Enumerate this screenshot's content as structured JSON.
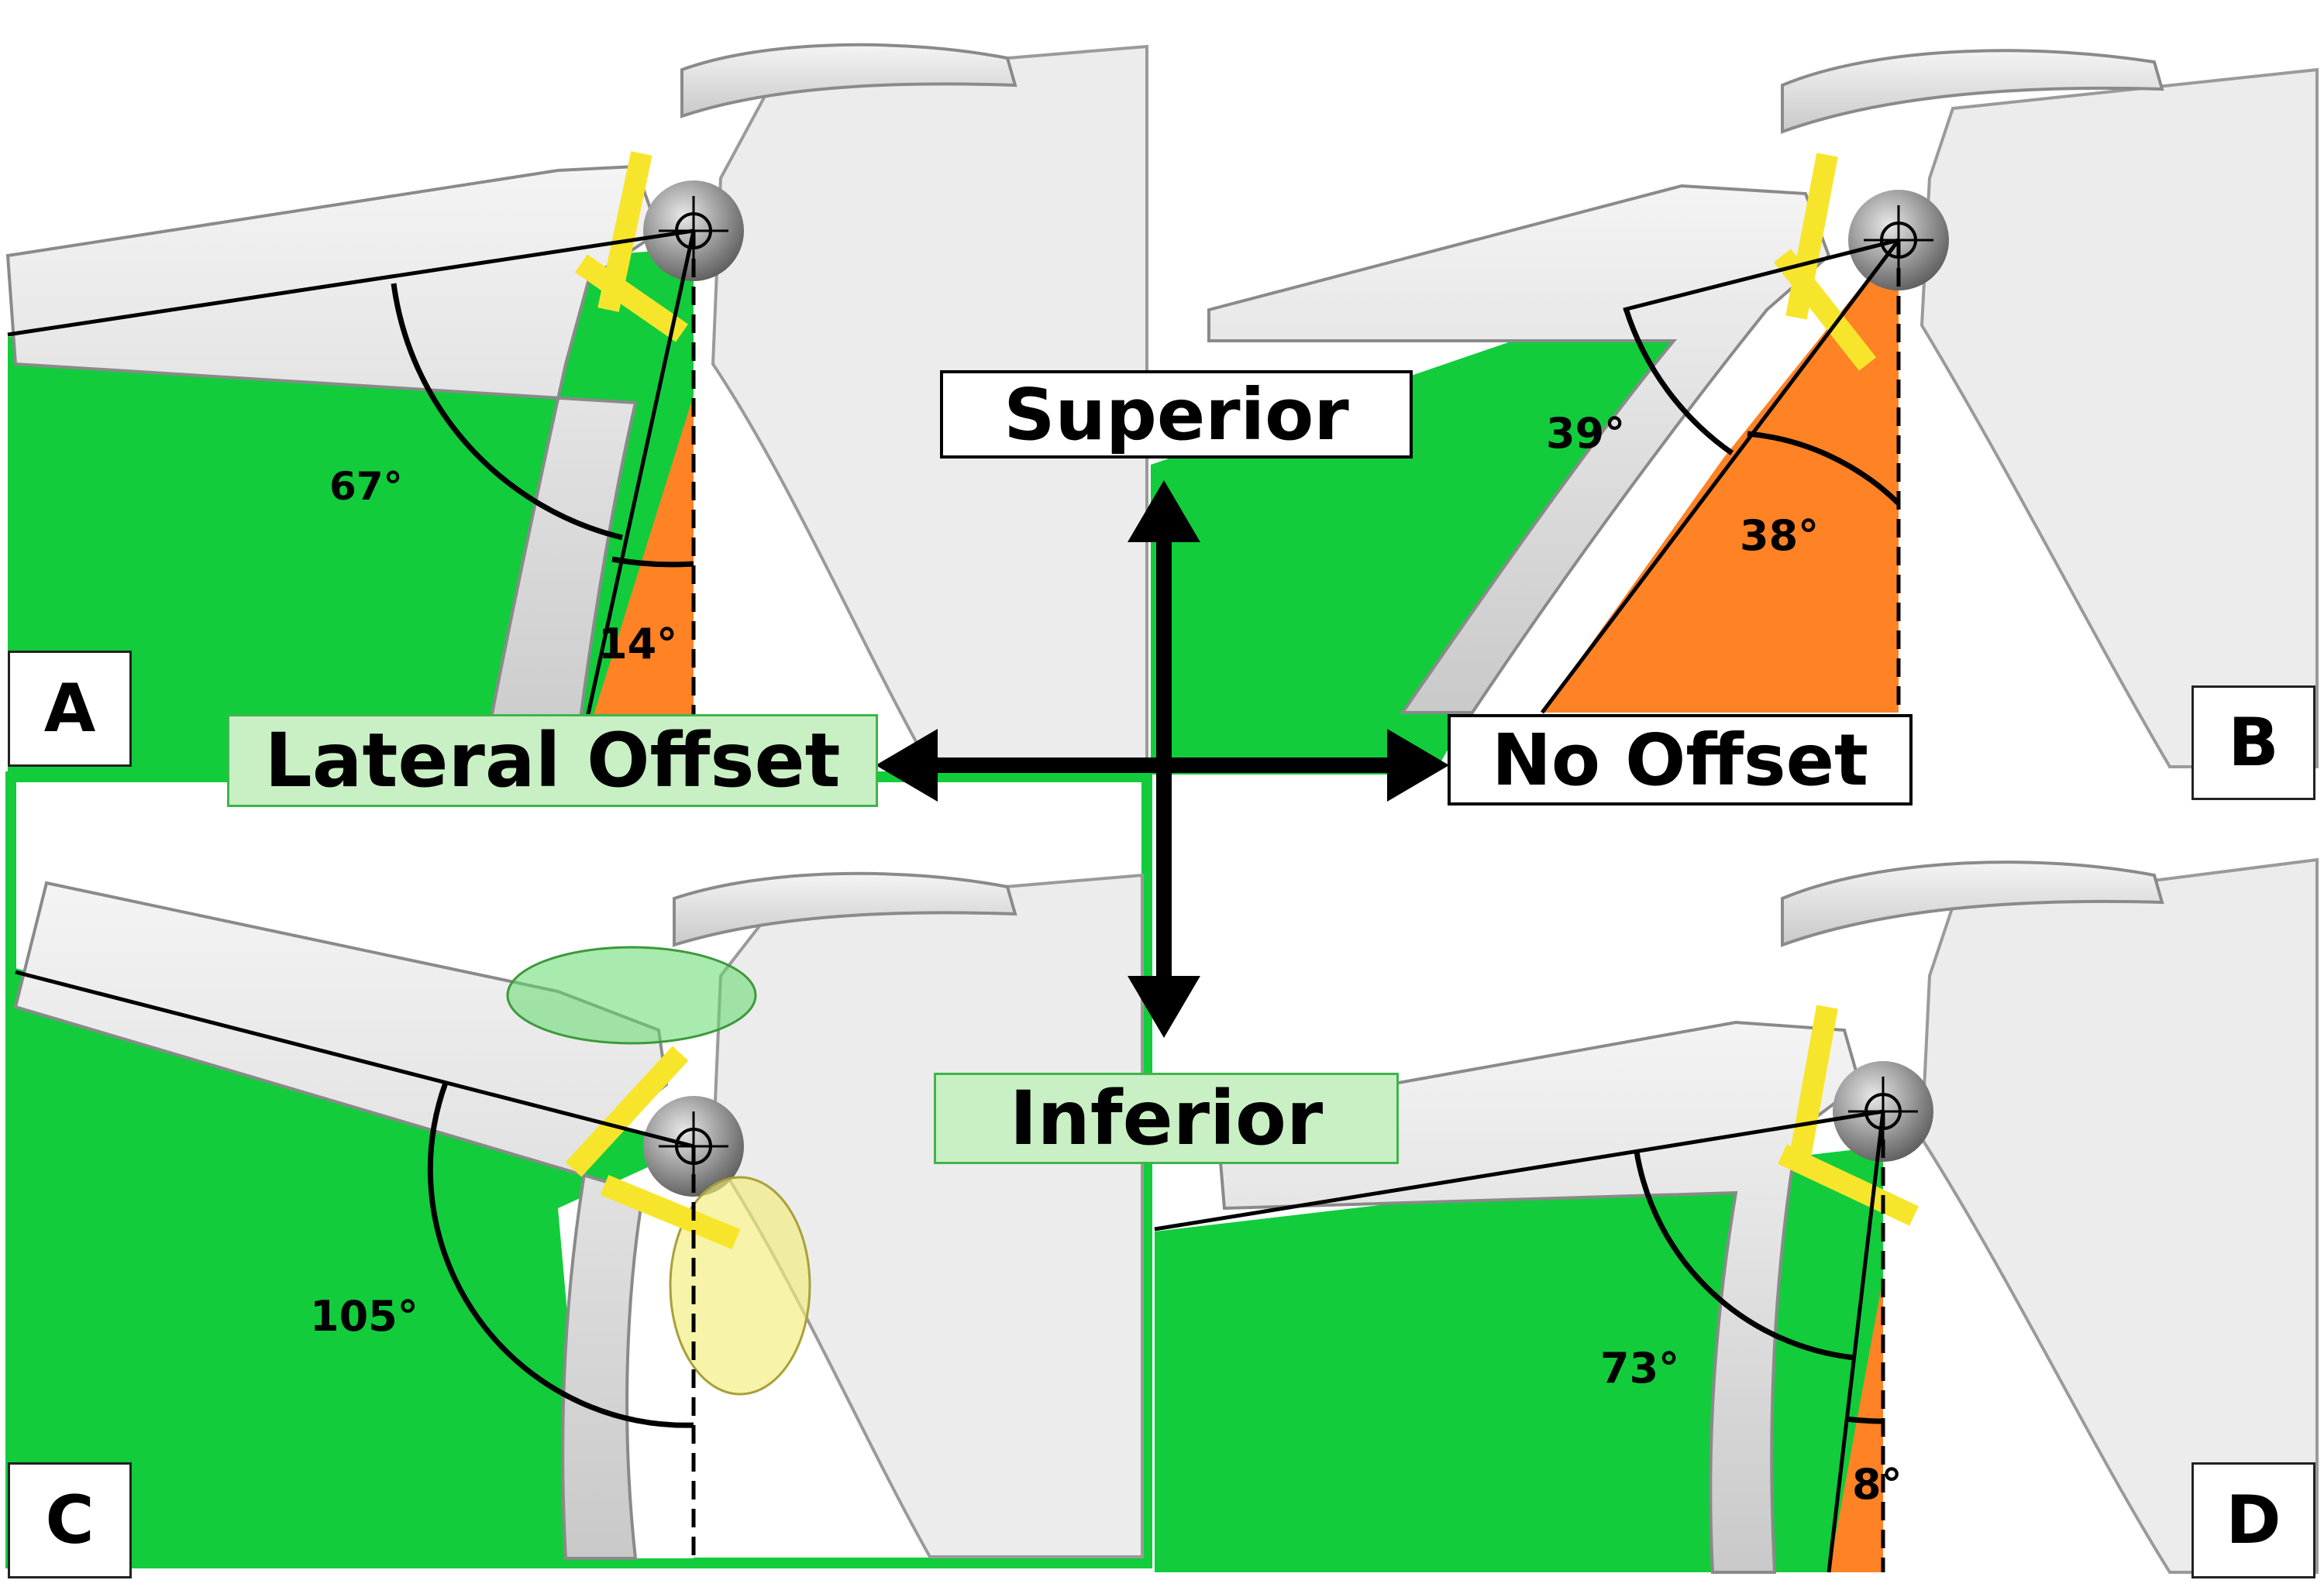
{
  "panels": {
    "A": {
      "letter": "A",
      "angle_green": "67°",
      "angle_orange": "14°"
    },
    "B": {
      "letter": "B",
      "angle_green": "39°",
      "angle_orange": "38°"
    },
    "C": {
      "letter": "C",
      "angle_green": "105°"
    },
    "D": {
      "letter": "D",
      "angle_green": "73°",
      "angle_orange": "8°"
    }
  },
  "directions": {
    "superior": "Superior",
    "inferior": "Inferior",
    "lateral": "Lateral Offset",
    "none": "No Offset"
  },
  "colors": {
    "green_region": "#12cc3c",
    "orange_region": "#ff8225",
    "yellow_marker": "#f7e52c",
    "label_green_bg": "#c8f0c4",
    "arrow": "#000000",
    "bone": "#e6e6e6"
  }
}
